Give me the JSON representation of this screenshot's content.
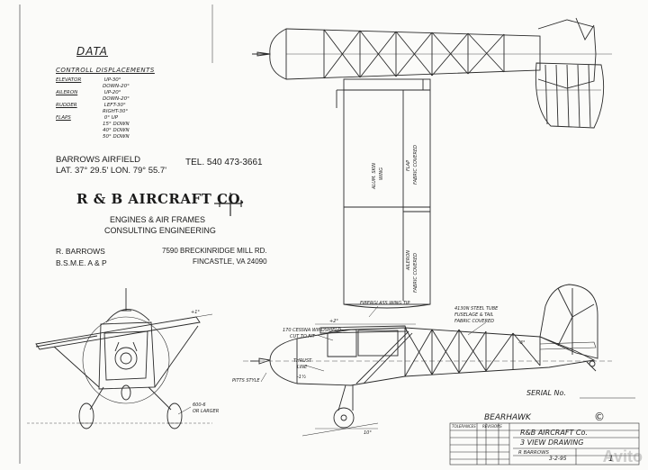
{
  "data_title": "DATA",
  "controls_title": "CONTROLL DISPLACEMENTS",
  "controls": [
    {
      "name": "ELEVATOR",
      "values": [
        "UP-30°",
        "DOWN-20°"
      ]
    },
    {
      "name": "AILERON",
      "values": [
        "UP-20°",
        "DOWN-20°"
      ]
    },
    {
      "name": "RUDDER",
      "values": [
        "LEFT-30°",
        "RIGHT-30°"
      ]
    },
    {
      "name": "FLAPS",
      "values": [
        "0° UP",
        "15° DOWN",
        "40° DOWN",
        "50° DOWN"
      ]
    }
  ],
  "airfield": "BARROWS AIRFIELD",
  "latlon": "LAT. 37° 29.5'  LON. 79° 55.7'",
  "tel": "TEL. 540 473-3661",
  "company": "R & B AIRCRAFT CO.",
  "engineering_line1": "ENGINES & AIR FRAMES",
  "engineering_line2": "CONSULTING ENGINEERING",
  "person": "R. BARROWS",
  "degree": "B.S.M.E.   A & P",
  "address_line1": "7590 BRECKINRIDGE MILL RD.",
  "address_line2": "FINCASTLE, VA 24090",
  "labels": {
    "alum_skin": "ALUM. SKIN",
    "wing": "WING",
    "flap": "FLAP",
    "flap_fabric": "FABRIC COVERED",
    "aileron": "AILERON",
    "aileron_fabric": "FABRIC COVERED",
    "wing_tip": "FIBERGLASS WING TIP",
    "steel_tube_1": "4130N STEEL TUBE",
    "steel_tube_2": "FUSELAGE & TAIL",
    "steel_tube_3": "FABRIC COVERED",
    "windshield_1": "170 CESSNA WINDSHIELD",
    "windshield_2": "CUT TO FIT",
    "thrust_1": "THRUST",
    "thrust_2": "LINE",
    "pitts": "PITTS STYLE",
    "tire_1": "600-6",
    "tire_2": "OR LARGER",
    "dihedral": "+1°",
    "incidence": "+2°",
    "tail_inc": "-3°",
    "thrust_ang": "-1½",
    "ground_ang": "10°"
  },
  "serial": "SERIAL No.",
  "bearhawk": "BEARHAWK",
  "copyright": "©",
  "title_block": {
    "tolerances": "TOLERANCES",
    "revisions": "REVISIONS",
    "company": "R&B AIRCRAFT Co.",
    "drawing": "3 VIEW DRAWING",
    "drawn_by": "R BARROWS",
    "date": "3-2-95",
    "sheet": "1"
  },
  "watermark": "Avito"
}
